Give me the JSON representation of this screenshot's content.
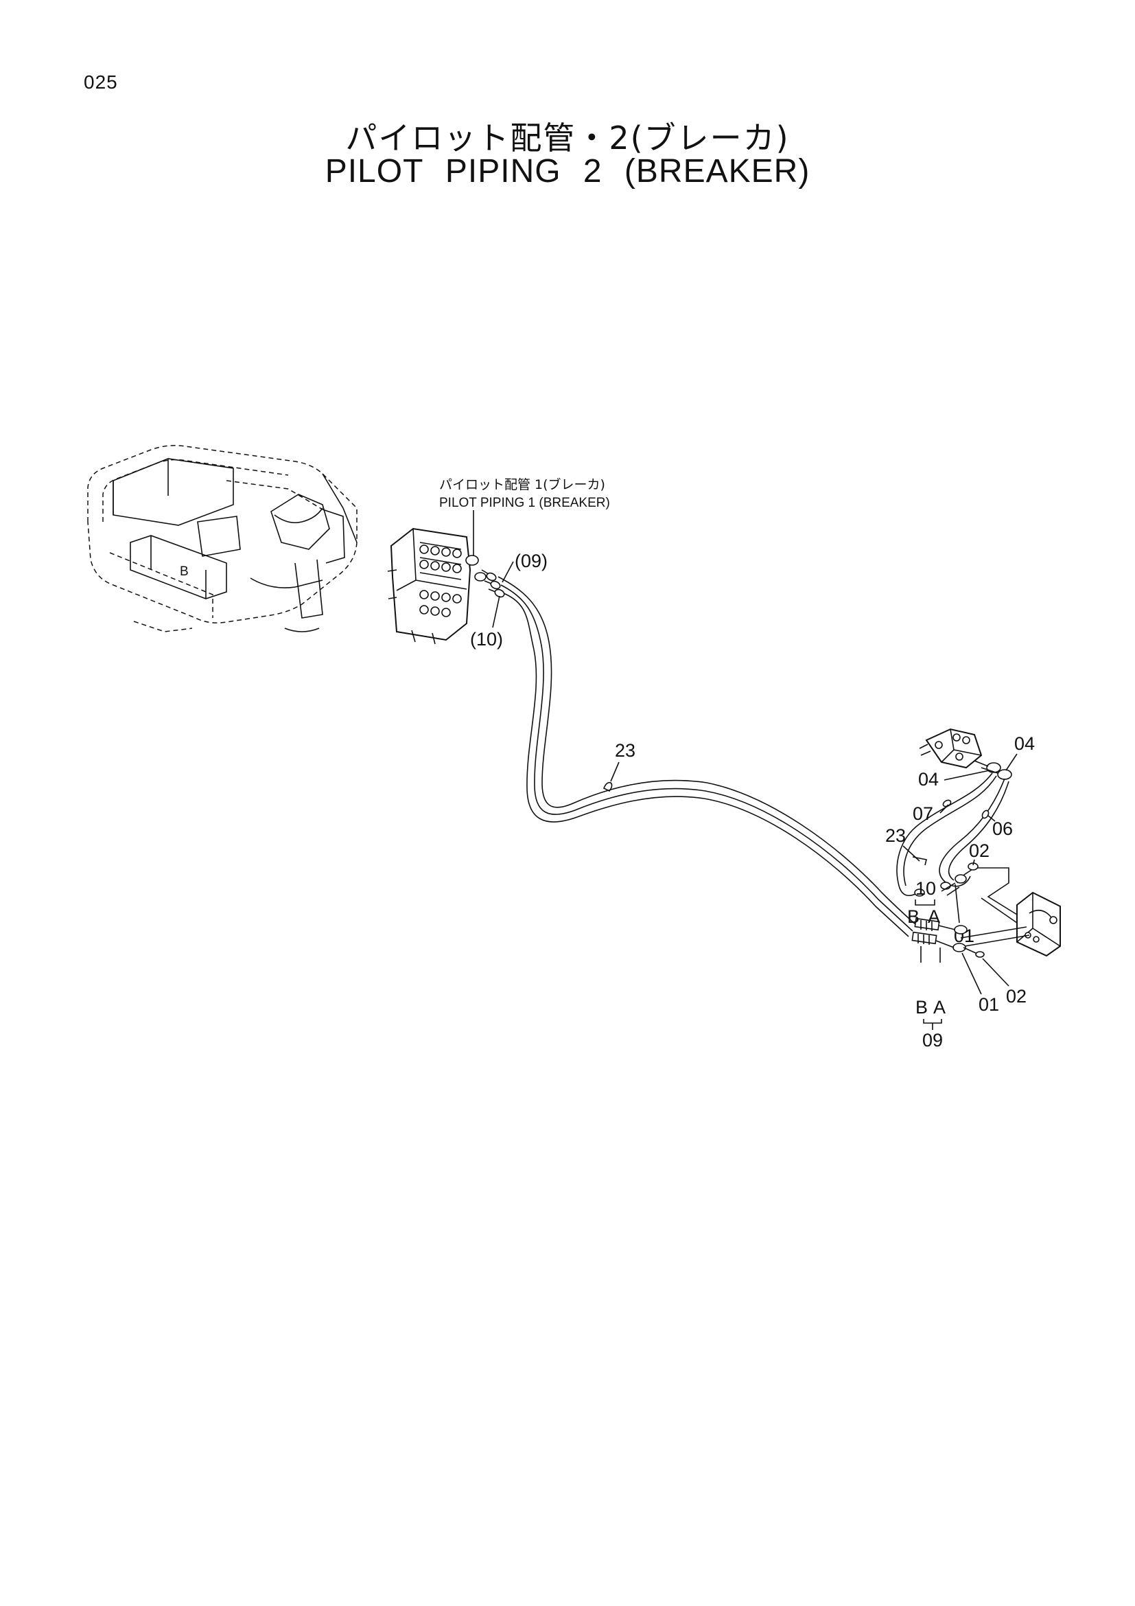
{
  "page": {
    "number": "025"
  },
  "title": {
    "japanese": "パイロット配管・2(ブレーカ)",
    "english": "PILOT  PIPING  2 (BREAKER)"
  },
  "diagram": {
    "reference_note": {
      "japanese": "パイロット配管 1(ブレーカ)",
      "english": "PILOT PIPING 1 (BREAKER)"
    },
    "component_letter": "B",
    "callouts": {
      "c09_paren": "(09)",
      "c10_paren": "(10)",
      "c23_mid": "23",
      "c04_top": "04",
      "c04_left": "04",
      "c07": "07",
      "c06": "06",
      "c23_right": "23",
      "c02_upper": "02",
      "c10": "10",
      "c10_B": "B",
      "c10_A": "A",
      "c01_upper": "01",
      "c01_lower": "01",
      "c02_lower": "02",
      "c09_B": "B",
      "c09_A": "A",
      "c09": "09"
    }
  }
}
